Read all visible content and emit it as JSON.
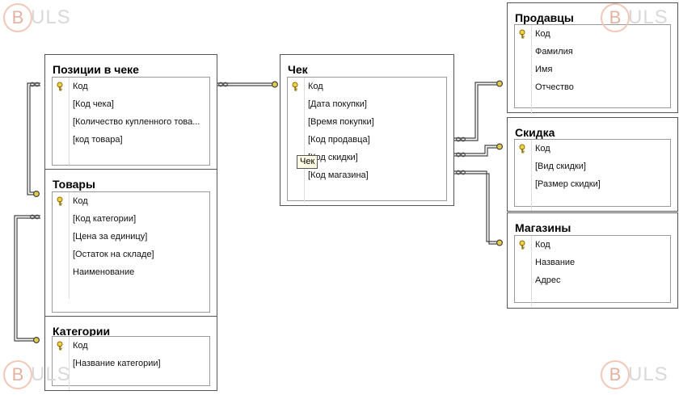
{
  "watermark": {
    "b": "B",
    "text": "ULS"
  },
  "tooltip": "Чек",
  "tables": {
    "positions": {
      "title": "Позиции в чеке",
      "fields": [
        "Код",
        "[Код чека]",
        "[Количество купленного това...",
        "[код товара]"
      ]
    },
    "goods": {
      "title": "Товары",
      "fields": [
        "Код",
        "[Код категории]",
        "[Цена за единицу]",
        "[Остаток на складе]",
        "Наименование"
      ]
    },
    "categories": {
      "title": "Категории",
      "fields": [
        "Код",
        "[Название категории]"
      ]
    },
    "check": {
      "title": "Чек",
      "fields": [
        "Код",
        "[Дата покупки]",
        "[Время покупки]",
        "[Код продавца]",
        "[Код скидки]",
        "[Код магазина]"
      ]
    },
    "sellers": {
      "title": "Продавцы",
      "fields": [
        "Код",
        "Фамилия",
        "Имя",
        "Отчество"
      ]
    },
    "discount": {
      "title": "Скидка",
      "fields": [
        "Код",
        "[Вид скидки]",
        "[Размер скидки]"
      ]
    },
    "shops": {
      "title": "Магазины",
      "fields": [
        "Код",
        "Название",
        "Адрес"
      ]
    }
  }
}
